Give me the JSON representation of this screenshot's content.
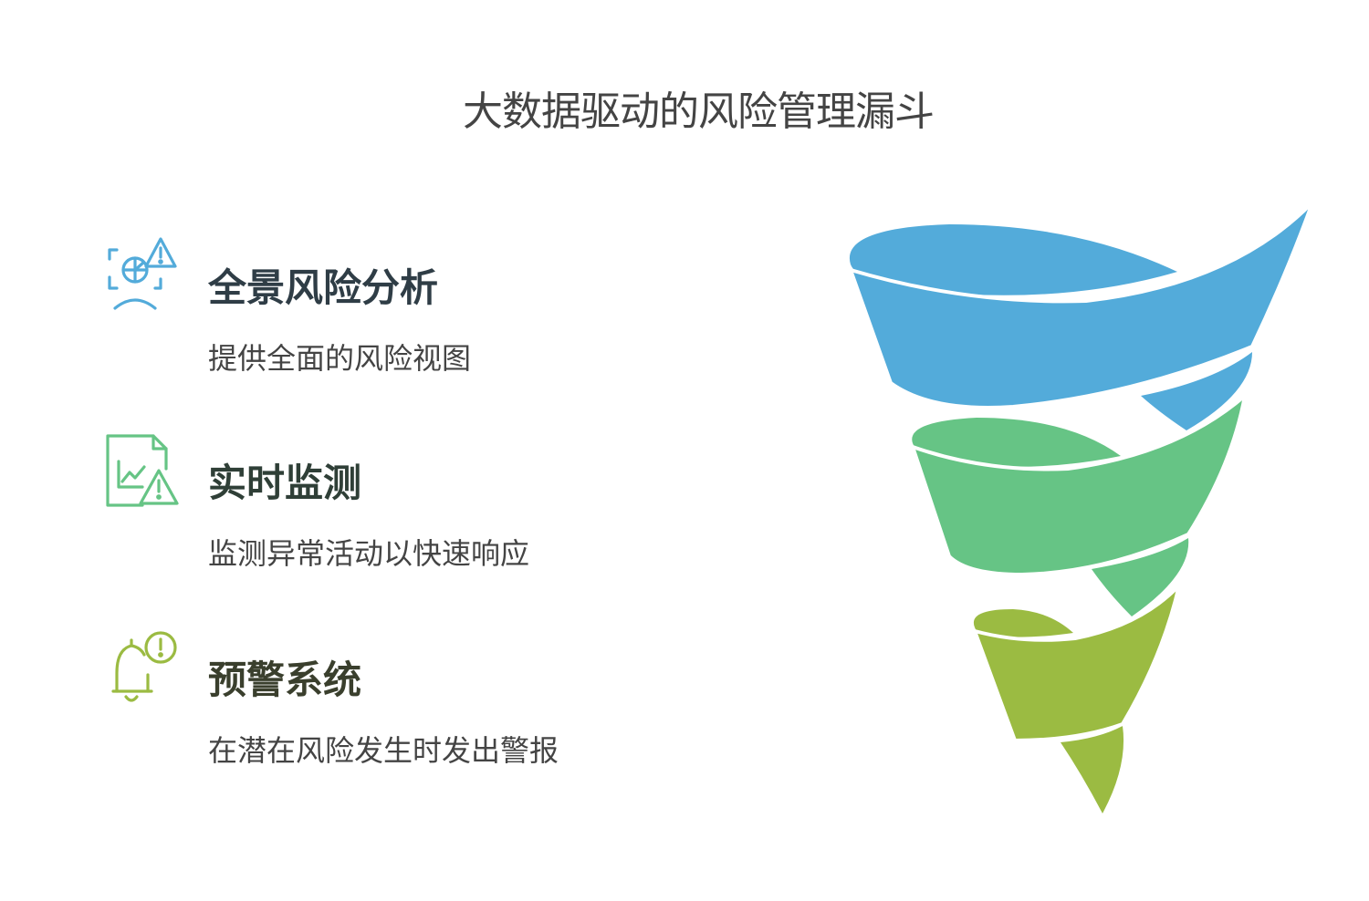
{
  "title": "大数据驱动的风险管理漏斗",
  "colors": {
    "blue": "#53ABDA",
    "green": "#66C485",
    "olive": "#9BBB42"
  },
  "stages": [
    {
      "heading": "全景风险分析",
      "description": "提供全面的风险视图",
      "icon": "risk-analysis-icon",
      "color": "#53ABDA",
      "heading_color": "#2F3D46"
    },
    {
      "heading": "实时监测",
      "description": "监测异常活动以快速响应",
      "icon": "chart-warning-icon",
      "color": "#66C485",
      "heading_color": "#2F3F37"
    },
    {
      "heading": "预警系统",
      "description": "在潜在风险发生时发出警报",
      "icon": "bell-alert-icon",
      "color": "#9BBB42",
      "heading_color": "#3A3F2D"
    }
  ]
}
